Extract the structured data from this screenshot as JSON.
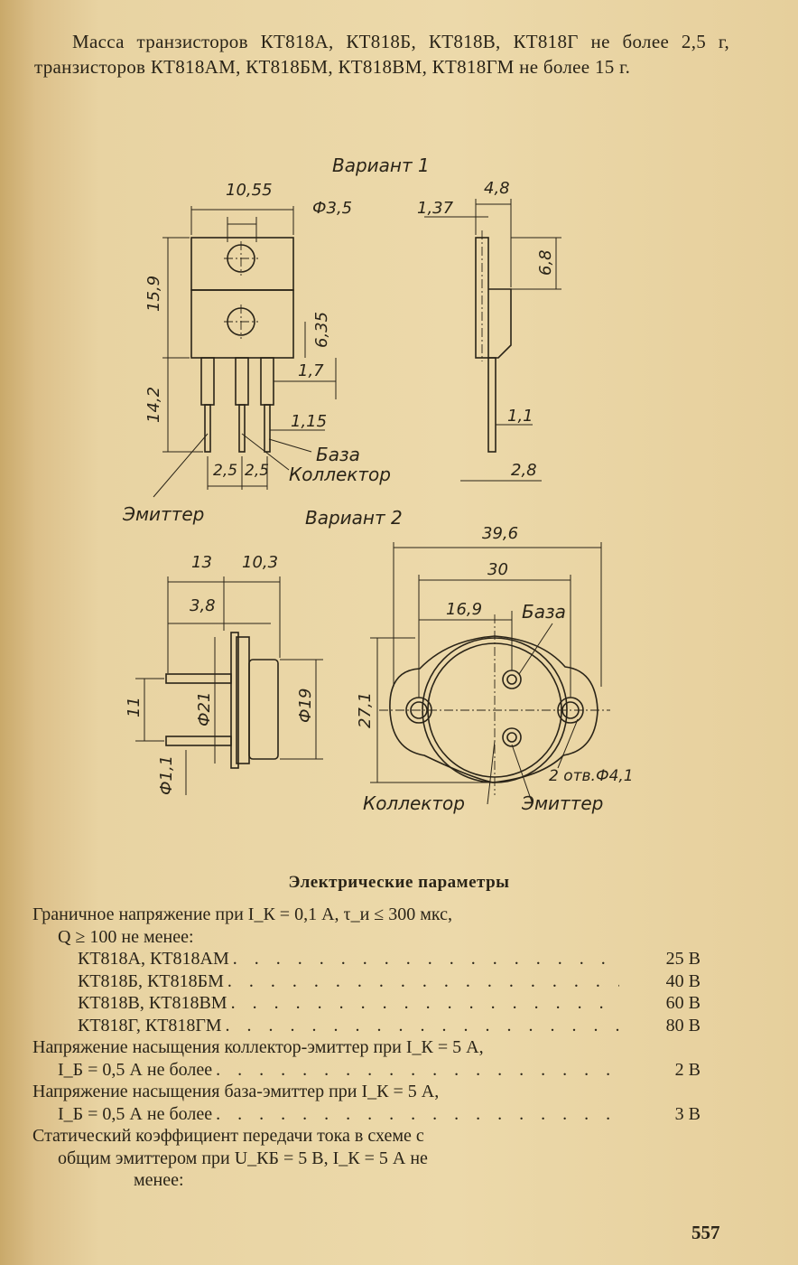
{
  "intro_text": "Масса транзисторов КТ818А, КТ818Б, КТ818В, КТ818Г не более 2,5 г, транзисторов КТ818АМ, КТ818БМ, КТ818ВМ, КТ818ГМ не более 15 г.",
  "drawing": {
    "variant1_title": "Вариант 1",
    "variant2_title": "Вариант 2",
    "dims_v1_front": [
      "10,55",
      "Ф3,5",
      "15,9",
      "6,35",
      "14,2",
      "1,7",
      "1,15",
      "2,5",
      "2,5"
    ],
    "dims_v1_side": [
      "4,8",
      "1,37",
      "6,8",
      "1,1",
      "2,8"
    ],
    "labels_v1": [
      "База",
      "Коллектор",
      "Эмиттер"
    ],
    "dims_v2_side": [
      "13",
      "10,3",
      "3,8",
      "11",
      "Ф21",
      "Ф19",
      "Ф1,1"
    ],
    "dims_v2_top": [
      "39,6",
      "30",
      "16,9",
      "27,1",
      "2 отв.Ф4,1"
    ],
    "labels_v2": [
      "База",
      "Коллектор",
      "Эмиттер"
    ]
  },
  "section_title": "Электрические параметры",
  "params": {
    "p1_line1": "Граничное напряжение при I_К = 0,1 А, τ_и ≤ 300 мкс,",
    "p1_line2": "Q ≥ 100 не менее:",
    "p1_rows": [
      {
        "label": "КТ818А, КТ818АМ",
        "value": "25 В"
      },
      {
        "label": "КТ818Б, КТ818БМ",
        "value": "40 В"
      },
      {
        "label": "КТ818В, КТ818ВМ",
        "value": "60 В"
      },
      {
        "label": "КТ818Г, КТ818ГМ",
        "value": "80 В"
      }
    ],
    "p2_line1": "Напряжение насыщения коллектор-эмиттер при I_К = 5 А,",
    "p2_line2": "I_Б = 0,5 А не более",
    "p2_value": "2 В",
    "p3_line1": "Напряжение насыщения база-эмиттер при I_К = 5 А,",
    "p3_line2": "I_Б = 0,5 А не более",
    "p3_value": "3 В",
    "p4_line1": "Статический коэффициент передачи тока в схеме с",
    "p4_line2": "общим эмиттером при U_КБ = 5 В, I_К = 5 А не",
    "p4_line3": "менее:"
  },
  "page_number": "557"
}
